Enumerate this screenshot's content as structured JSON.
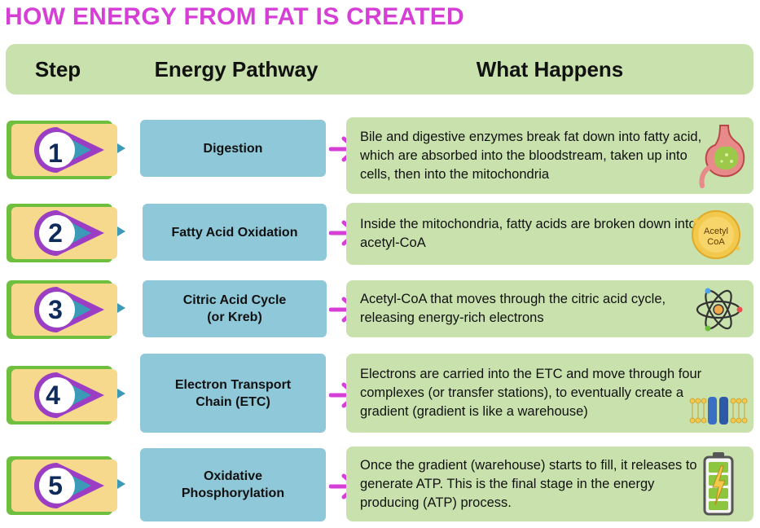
{
  "title": "HOW ENERGY FROM FAT IS CREATED",
  "header": {
    "step": "Step",
    "pathway": "Energy Pathway",
    "what": "What Happens"
  },
  "colors": {
    "title": "#d63fd6",
    "header_bg": "#c9e2ad",
    "pathway_bg": "#8fc8d9",
    "desc_bg": "#c9e2ad",
    "arrow": "#d63fd6",
    "badge_yellow": "#f6d98d",
    "badge_green": "#6fbf3f",
    "badge_blue": "#3c9ab8",
    "badge_purple": "#9b3ec4",
    "badge_number": "#0f2b5c"
  },
  "steps": [
    {
      "number": "1",
      "pathway_lines": [
        "Digestion"
      ],
      "description": "Bile and digestive enzymes break fat down into fatty acid, which are absorbed into the bloodstream, taken up into cells, then into the mitochondria",
      "icon": "stomach-icon"
    },
    {
      "number": "2",
      "pathway_lines": [
        "Fatty Acid Oxidation"
      ],
      "description": "Inside the mitochondria, fatty acids are broken down into acetyl-CoA",
      "icon": "acetyl-coa-icon",
      "icon_text": [
        "Acetyl",
        "CoA"
      ]
    },
    {
      "number": "3",
      "pathway_lines": [
        "Citric Acid Cycle",
        "(or Kreb)"
      ],
      "description": "Acetyl-CoA that moves through the citric acid cycle, releasing energy-rich electrons",
      "icon": "atom-icon"
    },
    {
      "number": "4",
      "pathway_lines": [
        "Electron Transport",
        "Chain (ETC)"
      ],
      "description": "Electrons are carried into the ETC and move through four complexes (or transfer stations), to eventually create a gradient (gradient is like a warehouse)",
      "icon": "membrane-protein-icon"
    },
    {
      "number": "5",
      "pathway_lines": [
        "Oxidative",
        "Phosphorylation"
      ],
      "description": "Once the gradient (warehouse) starts to fill, it releases to generate ATP. This is the final stage in the energy producing (ATP) process.",
      "icon": "battery-icon"
    }
  ]
}
